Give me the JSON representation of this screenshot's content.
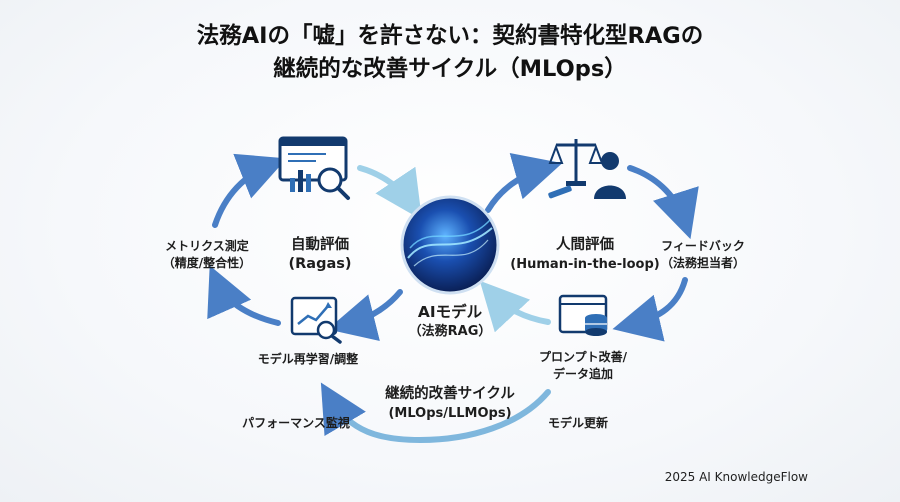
{
  "title": {
    "line1": "法務AIの「嘘」を許さない：契約書特化型RAGの",
    "line2": "継続的な改善サイクル（MLOps）"
  },
  "center": {
    "label": "AIモデル",
    "sub": "（法務RAG）"
  },
  "auto_eval": {
    "label": "自動評価",
    "sub": "(Ragas)"
  },
  "human_eval": {
    "label": "人間評価",
    "sub": "(Human-in-the-loop)"
  },
  "metrics": {
    "line1": "メトリクス測定",
    "line2": "（精度/整合性）"
  },
  "feedback": {
    "line1": "フィードバック",
    "line2": "（法務担当者）"
  },
  "retrain": {
    "label": "モデル再学習/調整"
  },
  "prompt": {
    "line1": "プロンプト改善/",
    "line2": "データ追加"
  },
  "continuous": {
    "line1": "継続的改善サイクル",
    "line2": "(MLOps/LLMOps)"
  },
  "performance": {
    "label": "パフォーマンス監視"
  },
  "update": {
    "label": "モデル更新"
  },
  "footer": {
    "credit": "2025 AI KnowledgeFlow"
  },
  "icons": [
    "code-chart-magnifier-icon",
    "justice-scale-person-icon",
    "chart-magnifier-icon",
    "database-window-icon"
  ],
  "colors": {
    "arrow_dark": "#4a7fc6",
    "arrow_light": "#9fd0e8",
    "sphere": "#0a2a6e"
  }
}
